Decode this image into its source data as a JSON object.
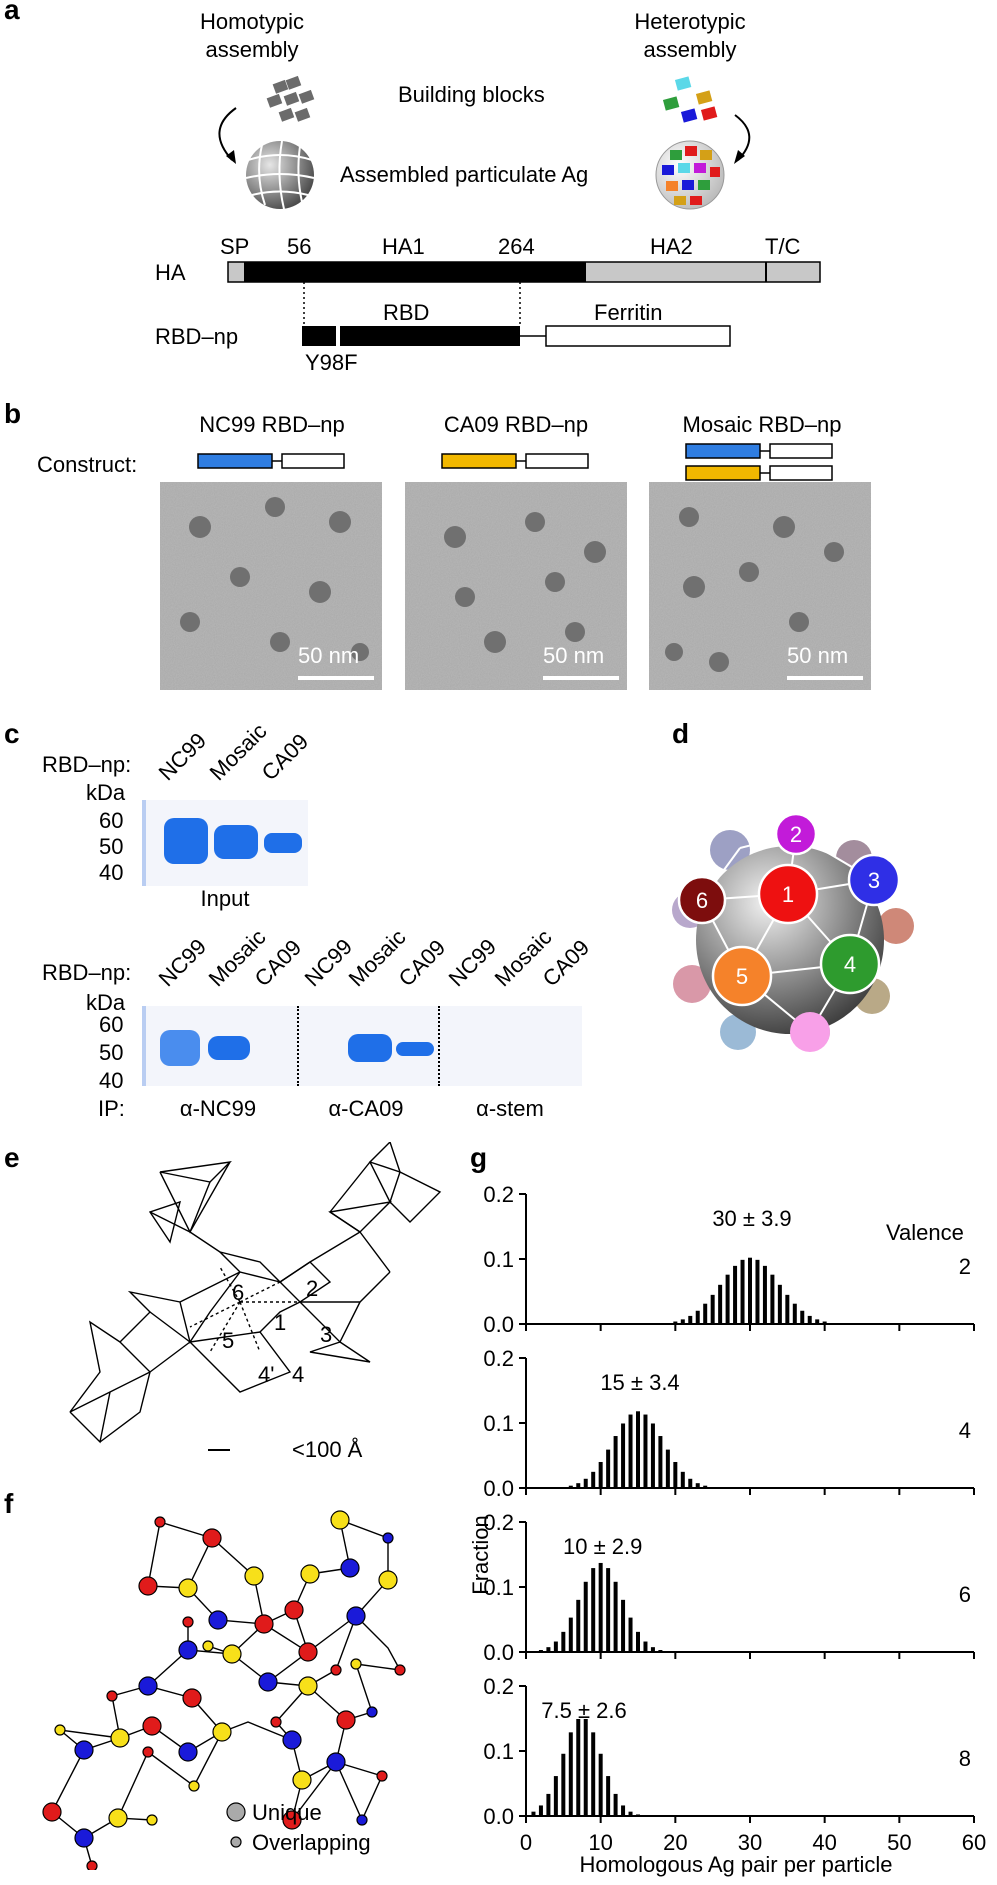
{
  "panels": {
    "a": "a",
    "b": "b",
    "c": "c",
    "d": "d",
    "e": "e",
    "f": "f",
    "g": "g"
  },
  "panel_a": {
    "homotypic": [
      "Homotypic",
      "assembly"
    ],
    "heterotypic": [
      "Heterotypic",
      "assembly"
    ],
    "building_blocks": "Building blocks",
    "assembled": "Assembled particulate Ag",
    "ha_label": "HA",
    "sp": "SP",
    "n56": "56",
    "ha1": "HA1",
    "n264": "264",
    "ha2": "HA2",
    "tc": "T/C",
    "rbdnp_label": "RBD–np",
    "rbd": "RBD",
    "ferritin": "Ferritin",
    "y98f": "Y98F",
    "block_colors_homo": "#6b6b6b",
    "block_colors_hetero": [
      "#5bd8e8",
      "#2e9e3c",
      "#d4a017",
      "#1a1ad9",
      "#e01b1b"
    ]
  },
  "panel_b": {
    "construct": "Construct:",
    "nc99": "NC99 RBD–np",
    "ca09": "CA09 RBD–np",
    "mosaic": "Mosaic RBD–np",
    "scale": "50 nm",
    "color_nc99": "#2f7de1",
    "color_ca09": "#f2b800"
  },
  "panel_c": {
    "rbdnp": "RBD–np:",
    "kda": "kDa",
    "lanes_top": [
      "NC99",
      "Mosaic",
      "CA09"
    ],
    "mw": [
      "60",
      "50",
      "40"
    ],
    "input": "Input",
    "lanes_bottom": [
      "NC99",
      "Mosaic",
      "CA09",
      "NC99",
      "Mosaic",
      "CA09",
      "NC99",
      "Mosaic",
      "CA09"
    ],
    "ip": "IP:",
    "ip_groups": [
      "α-NC99",
      "α-CA09",
      "α-stem"
    ],
    "band_color": "#1f6fe8"
  },
  "panel_d": {
    "nodes": [
      {
        "label": "1",
        "color": "#ee1111"
      },
      {
        "label": "2",
        "color": "#c21bd9"
      },
      {
        "label": "3",
        "color": "#2f2fe6"
      },
      {
        "label": "4",
        "color": "#2e9b2e"
      },
      {
        "label": "5",
        "color": "#f5822a"
      },
      {
        "label": "6",
        "color": "#7d0d0d"
      }
    ]
  },
  "panel_e": {
    "labels": [
      "6",
      "2",
      "1",
      "3",
      "5",
      "4'",
      "4"
    ],
    "scale": "<100 Å"
  },
  "panel_f": {
    "legend_unique": "Unique",
    "legend_overlapping": "Overlapping",
    "colors": [
      "#e01b1b",
      "#1a1ad9",
      "#f7e01a"
    ]
  },
  "panel_g": {
    "ylabel": "Fraction",
    "xlabel": "Homologous Ag pair per particle",
    "valence_title": "Valence"
  },
  "chart_data": {
    "type": "bar",
    "xlabel": "Homologous Ag pair per particle",
    "ylabel": "Fraction",
    "xlim": [
      0,
      60
    ],
    "ylim": [
      0,
      0.2
    ],
    "x_ticks": [
      "0",
      "10",
      "20",
      "30",
      "40",
      "50",
      "60"
    ],
    "y_ticks": [
      "0.0",
      "0.1",
      "0.2"
    ],
    "series": [
      {
        "name": "2",
        "annotation": "30 ± 3.9",
        "mean": 30,
        "sd": 3.9,
        "peak": 0.102
      },
      {
        "name": "4",
        "annotation": "15 ± 3.4",
        "mean": 15,
        "sd": 3.4,
        "peak": 0.118
      },
      {
        "name": "6",
        "annotation": "10 ± 2.9",
        "mean": 10,
        "sd": 2.9,
        "peak": 0.137
      },
      {
        "name": "8",
        "annotation": "7.5 ± 2.6",
        "mean": 7.5,
        "sd": 2.6,
        "peak": 0.152
      }
    ]
  }
}
